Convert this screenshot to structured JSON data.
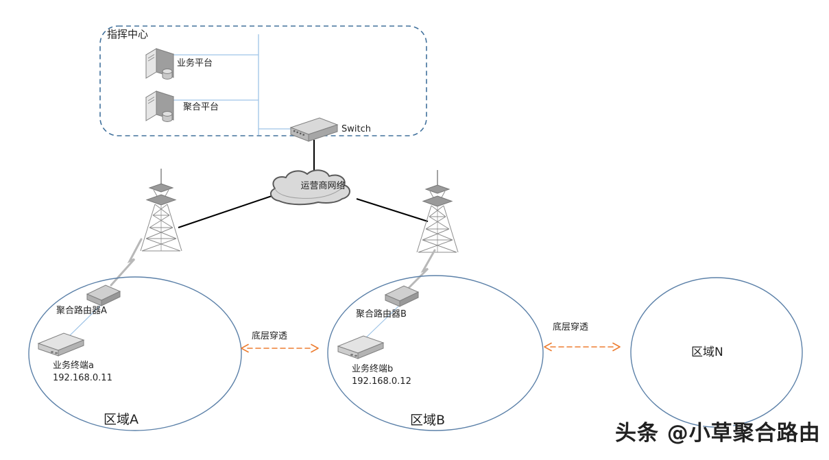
{
  "command_center": {
    "title": "指挥中心",
    "servers": [
      {
        "label": "业务平台"
      },
      {
        "label": "聚合平台"
      }
    ],
    "switch_label": "Switch"
  },
  "cloud": {
    "label": "运营商网络"
  },
  "areas": [
    {
      "name": "区域A",
      "router_label": "聚合路由器A",
      "terminal_label": "业务终端a",
      "terminal_ip": "192.168.0.11"
    },
    {
      "name": "区域B",
      "router_label": "聚合路由器B",
      "terminal_label": "业务终端b",
      "terminal_ip": "192.168.0.12"
    },
    {
      "name": "区域N"
    }
  ],
  "tunnels": [
    {
      "label": "底层穿透"
    },
    {
      "label": "底层穿透"
    }
  ],
  "watermark": {
    "text": "头条 @小草聚合路由"
  },
  "colors": {
    "dashed_boundary": "#41719c",
    "area_border": "#5b80a8",
    "connector_blue": "#9dc3e6",
    "tunnel_arrow": "#ed7d31",
    "black_line": "#000000",
    "device_fill": "#d9d9d9",
    "tower_gray": "#8c8c8c",
    "watermark_text": "#212121"
  }
}
